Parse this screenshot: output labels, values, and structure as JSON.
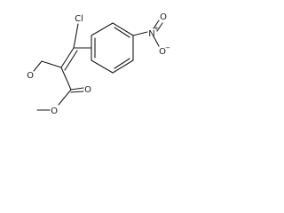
{
  "molecule": {
    "atoms": {
      "cl": "Cl",
      "nitro_n": "N",
      "nitro_o_top": "O",
      "nitro_o_bottom": "O",
      "aldehyde_o": "O",
      "ester_o_carbonyl": "O",
      "ester_o_ether": "O"
    },
    "charges": {
      "nitro_n": "+",
      "nitro_o_bottom": "−"
    }
  }
}
